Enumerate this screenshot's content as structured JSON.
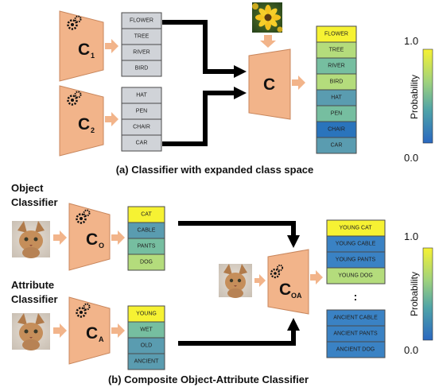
{
  "colors": {
    "trapezoid": "#f2b48a",
    "trapezoid_stroke": "#c8865c",
    "box_grey": "#d0d3d8",
    "box_stroke": "#4a4a4a",
    "arrow": "#000000",
    "block_arrow": "#f2b48a",
    "yellow": "#f6f233",
    "lightgreen": "#b4dc7c",
    "midgreen": "#76bea0",
    "teal": "#5a9cb0",
    "blue": "#3a82c4",
    "deepblue": "#2a74bc"
  },
  "section_a": {
    "caption": "(a) Classifier with expanded class space",
    "classifiers": [
      {
        "letter": "C",
        "sub": "1",
        "classes": [
          "FLOWER",
          "TREE",
          "RIVER",
          "BIRD"
        ]
      },
      {
        "letter": "C",
        "sub": "2",
        "classes": [
          "HAT",
          "PEN",
          "CHAIR",
          "CAR"
        ]
      }
    ],
    "merged": {
      "letter": "C",
      "outputs": [
        {
          "label": "FLOWER",
          "color": "#f6f233"
        },
        {
          "label": "TREE",
          "color": "#b4dc7c"
        },
        {
          "label": "RIVER",
          "color": "#76bea0"
        },
        {
          "label": "BIRD",
          "color": "#b4dc7c"
        },
        {
          "label": "HAT",
          "color": "#5a9cb0"
        },
        {
          "label": "PEN",
          "color": "#76bea0"
        },
        {
          "label": "CHAIR",
          "color": "#2a74bc"
        },
        {
          "label": "CAR",
          "color": "#5a9cb0"
        }
      ]
    },
    "colorbar": {
      "top": "1.0",
      "bottom": "0.0",
      "label": "Probability"
    }
  },
  "section_b": {
    "caption": "(b) Composite Object-Attribute Classifier",
    "object_title": [
      "Object",
      "Classifier"
    ],
    "attribute_title": [
      "Attribute",
      "Classifier"
    ],
    "object_classifier": {
      "letter": "C",
      "sub": "O",
      "classes": [
        {
          "label": "CAT",
          "color": "#f6f233"
        },
        {
          "label": "CABLE",
          "color": "#5a9cb0"
        },
        {
          "label": "PANTS",
          "color": "#76bea0"
        },
        {
          "label": "DOG",
          "color": "#b4dc7c"
        }
      ]
    },
    "attribute_classifier": {
      "letter": "C",
      "sub": "A",
      "classes": [
        {
          "label": "YOUNG",
          "color": "#f6f233"
        },
        {
          "label": "WET",
          "color": "#76bea0"
        },
        {
          "label": "OLD",
          "color": "#5a9cb0"
        },
        {
          "label": "ANCIENT",
          "color": "#5a9cb0"
        }
      ]
    },
    "composite": {
      "letter": "C",
      "sub": "OA",
      "outputs_top": [
        {
          "label": "YOUNG CAT",
          "color": "#f6f233"
        },
        {
          "label": "YOUNG CABLE",
          "color": "#3a82c4"
        },
        {
          "label": "YOUNG PANTS",
          "color": "#3a82c4"
        },
        {
          "label": "YOUNG DOG",
          "color": "#b4dc7c"
        }
      ],
      "ellipsis": ":",
      "outputs_bottom": [
        {
          "label": "ANCIENT CABLE",
          "color": "#3a82c4"
        },
        {
          "label": "ANCIENT PANTS",
          "color": "#3a82c4"
        },
        {
          "label": "ANCIENT DOG",
          "color": "#3a82c4"
        }
      ]
    },
    "colorbar": {
      "top": "1.0",
      "bottom": "0.0",
      "label": "Probability"
    }
  }
}
